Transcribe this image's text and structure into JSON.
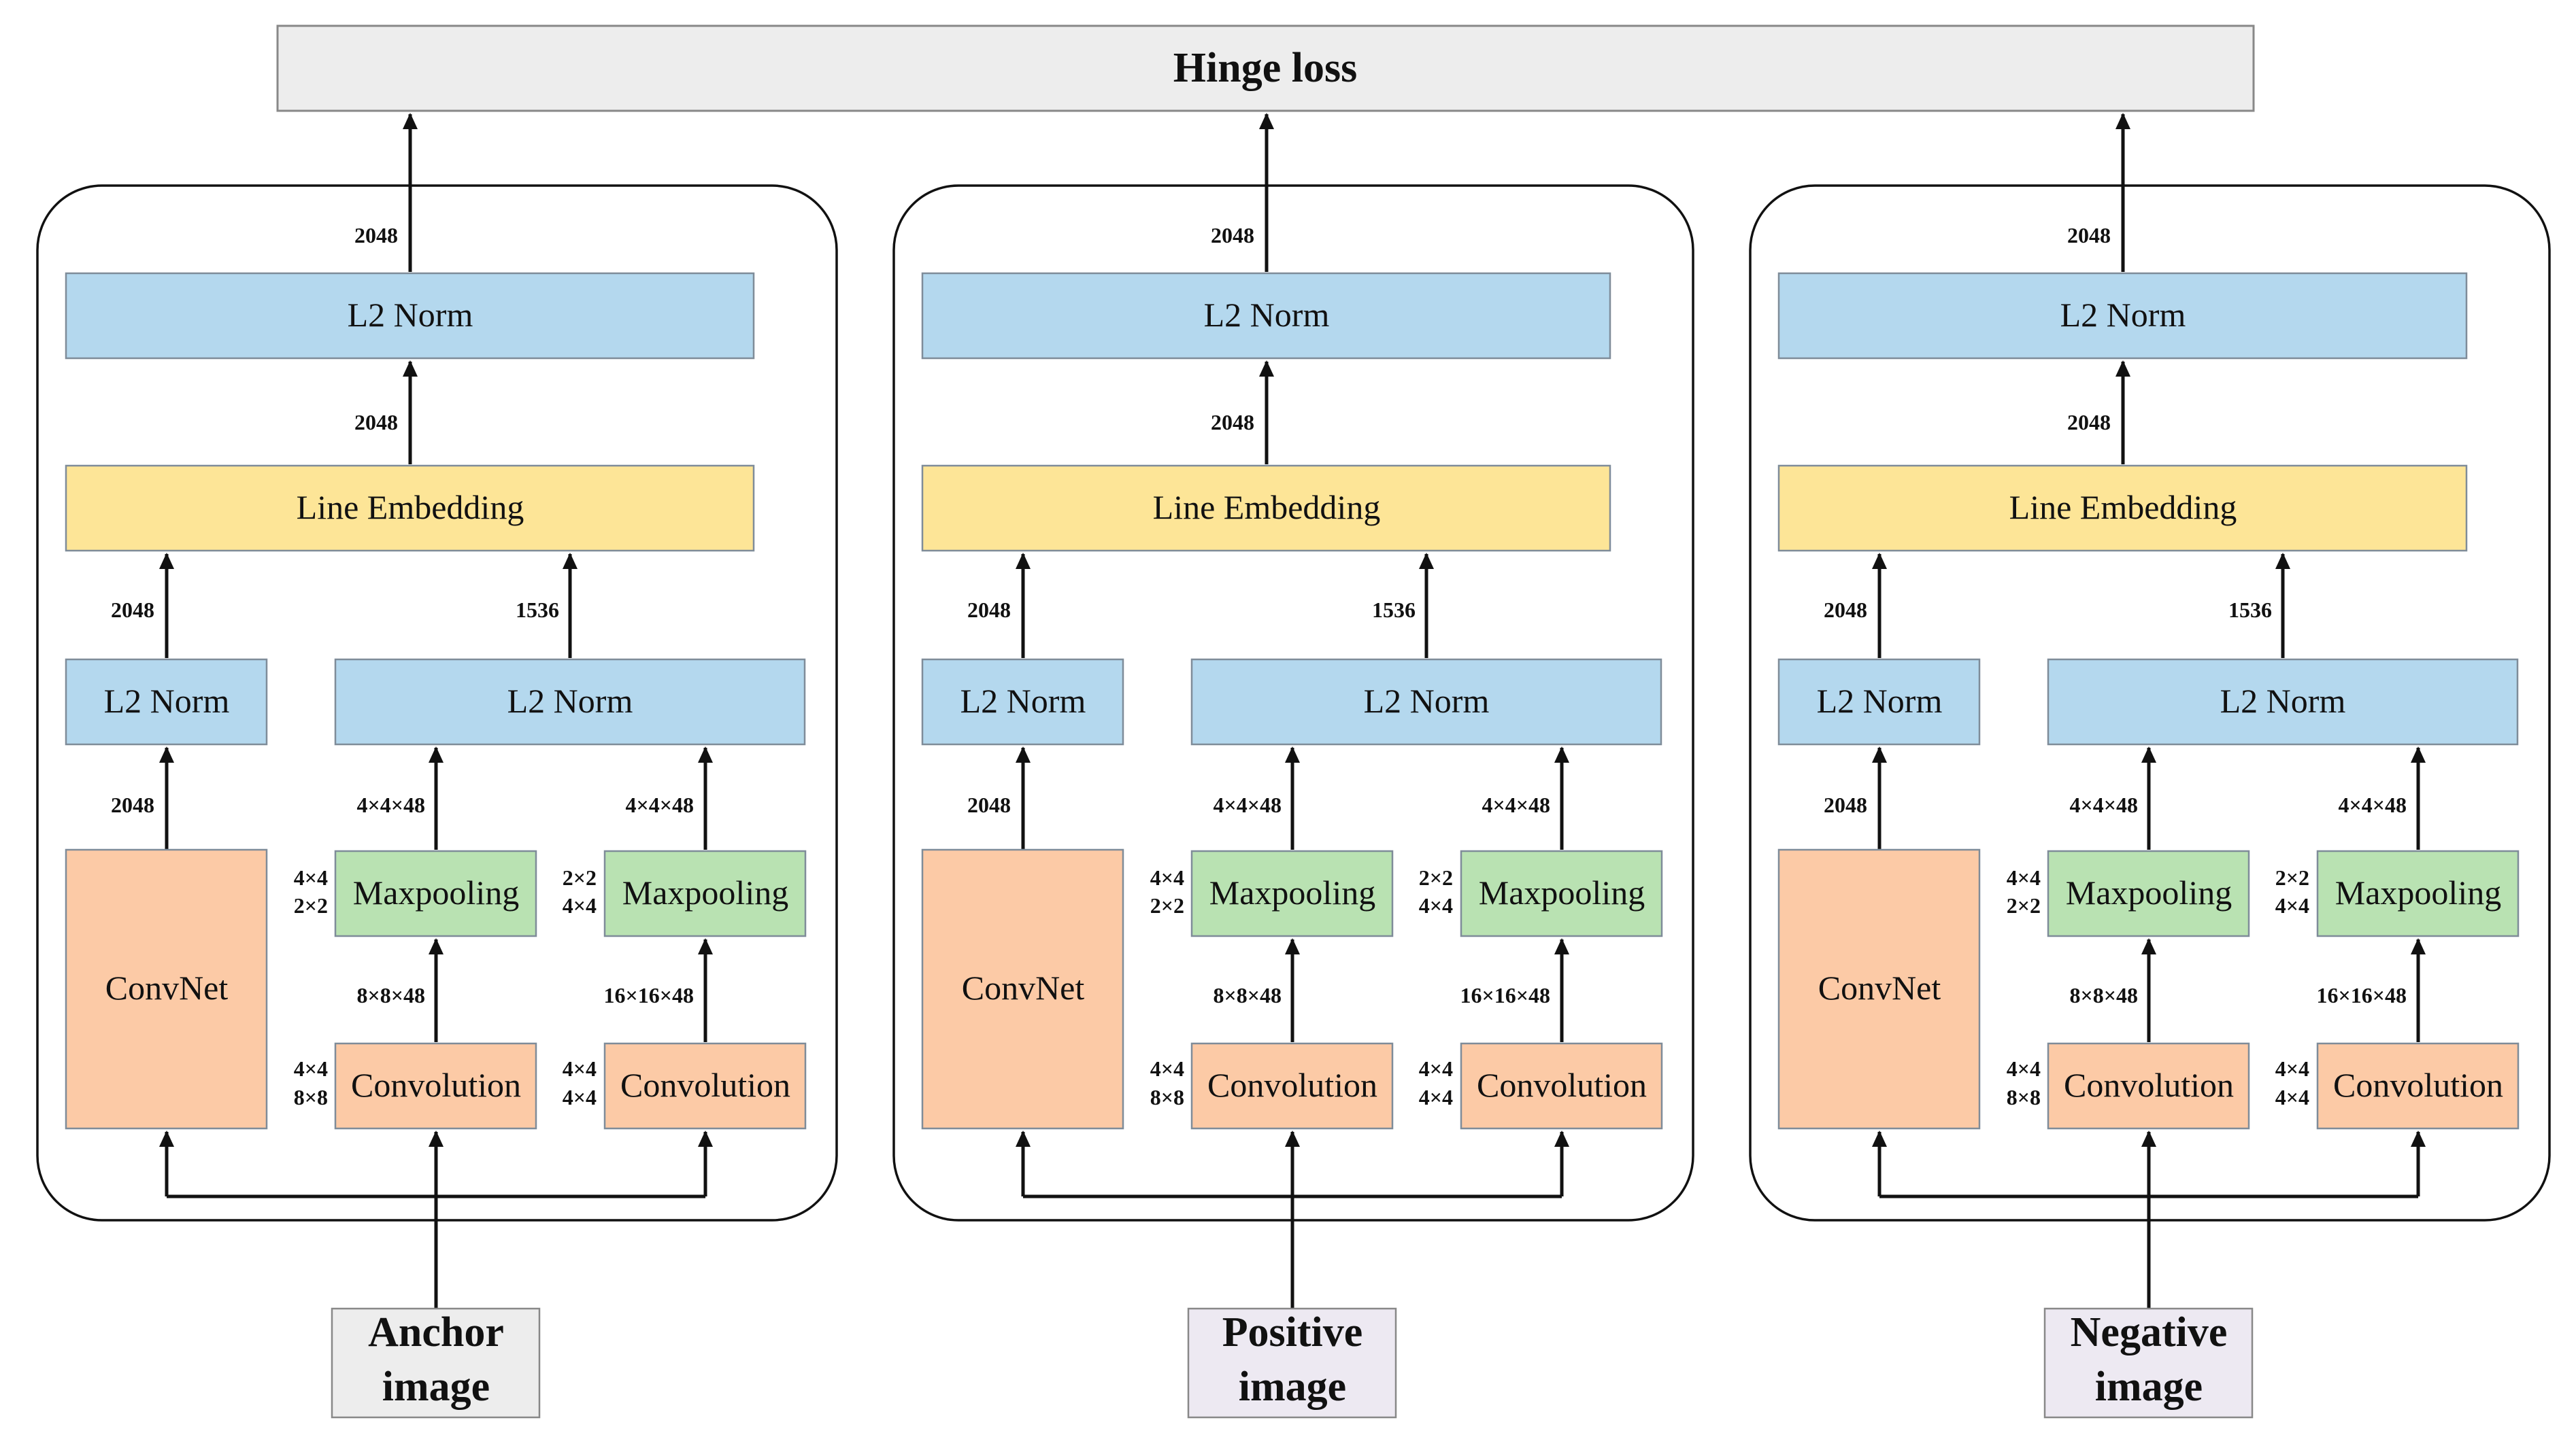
{
  "hinge_loss": "Hinge loss",
  "colors": {
    "hinge_fill": "#ededed",
    "norm_fill": "#b4d8ee",
    "embed_fill": "#fde597",
    "conv_fill": "#fccaa6",
    "pool_fill": "#b9e2b2",
    "anchor_fill": "#ededed",
    "pos_neg_fill": "#ede9f2",
    "stroke": "#111111"
  },
  "branches": [
    {
      "input": [
        "Anchor",
        "image"
      ],
      "top_norm": "L2 Norm",
      "top_dim": "2048",
      "embedding": "Line Embedding",
      "embed_dim": "2048",
      "convnet": "ConvNet",
      "convnet_dim": "2048",
      "left_norm": "L2 Norm",
      "left_norm_dim": "2048",
      "right_norm": "L2 Norm",
      "right_norm_dim": "1536",
      "pool1": "Maxpooling",
      "pool1_dim": "4×4×48",
      "pool1_k": [
        "4×4",
        "2×2"
      ],
      "pool2": "Maxpooling",
      "pool2_dim": "4×4×48",
      "pool2_k": [
        "2×2",
        "4×4"
      ],
      "conv1": "Convolution",
      "conv1_dim": "8×8×48",
      "conv1_k": [
        "4×4",
        "8×8"
      ],
      "conv2": "Convolution",
      "conv2_dim": "16×16×48",
      "conv2_k": [
        "4×4",
        "4×4"
      ]
    },
    {
      "input": [
        "Positive",
        "image"
      ],
      "top_norm": "L2 Norm",
      "top_dim": "2048",
      "embedding": "Line Embedding",
      "embed_dim": "2048",
      "convnet": "ConvNet",
      "convnet_dim": "2048",
      "left_norm": "L2 Norm",
      "left_norm_dim": "2048",
      "right_norm": "L2 Norm",
      "right_norm_dim": "1536",
      "pool1": "Maxpooling",
      "pool1_dim": "4×4×48",
      "pool1_k": [
        "4×4",
        "2×2"
      ],
      "pool2": "Maxpooling",
      "pool2_dim": "4×4×48",
      "pool2_k": [
        "2×2",
        "4×4"
      ],
      "conv1": "Convolution",
      "conv1_dim": "8×8×48",
      "conv1_k": [
        "4×4",
        "8×8"
      ],
      "conv2": "Convolution",
      "conv2_dim": "16×16×48",
      "conv2_k": [
        "4×4",
        "4×4"
      ]
    },
    {
      "input": [
        "Negative",
        "image"
      ],
      "top_norm": "L2 Norm",
      "top_dim": "2048",
      "embedding": "Line Embedding",
      "embed_dim": "2048",
      "convnet": "ConvNet",
      "convnet_dim": "2048",
      "left_norm": "L2 Norm",
      "left_norm_dim": "2048",
      "right_norm": "L2 Norm",
      "right_norm_dim": "1536",
      "pool1": "Maxpooling",
      "pool1_dim": "4×4×48",
      "pool1_k": [
        "4×4",
        "2×2"
      ],
      "pool2": "Maxpooling",
      "pool2_dim": "4×4×48",
      "pool2_k": [
        "2×2",
        "4×4"
      ],
      "conv1": "Convolution",
      "conv1_dim": "8×8×48",
      "conv1_k": [
        "4×4",
        "8×8"
      ],
      "conv2": "Convolution",
      "conv2_dim": "16×16×48",
      "conv2_k": [
        "4×4",
        "4×4"
      ]
    }
  ]
}
